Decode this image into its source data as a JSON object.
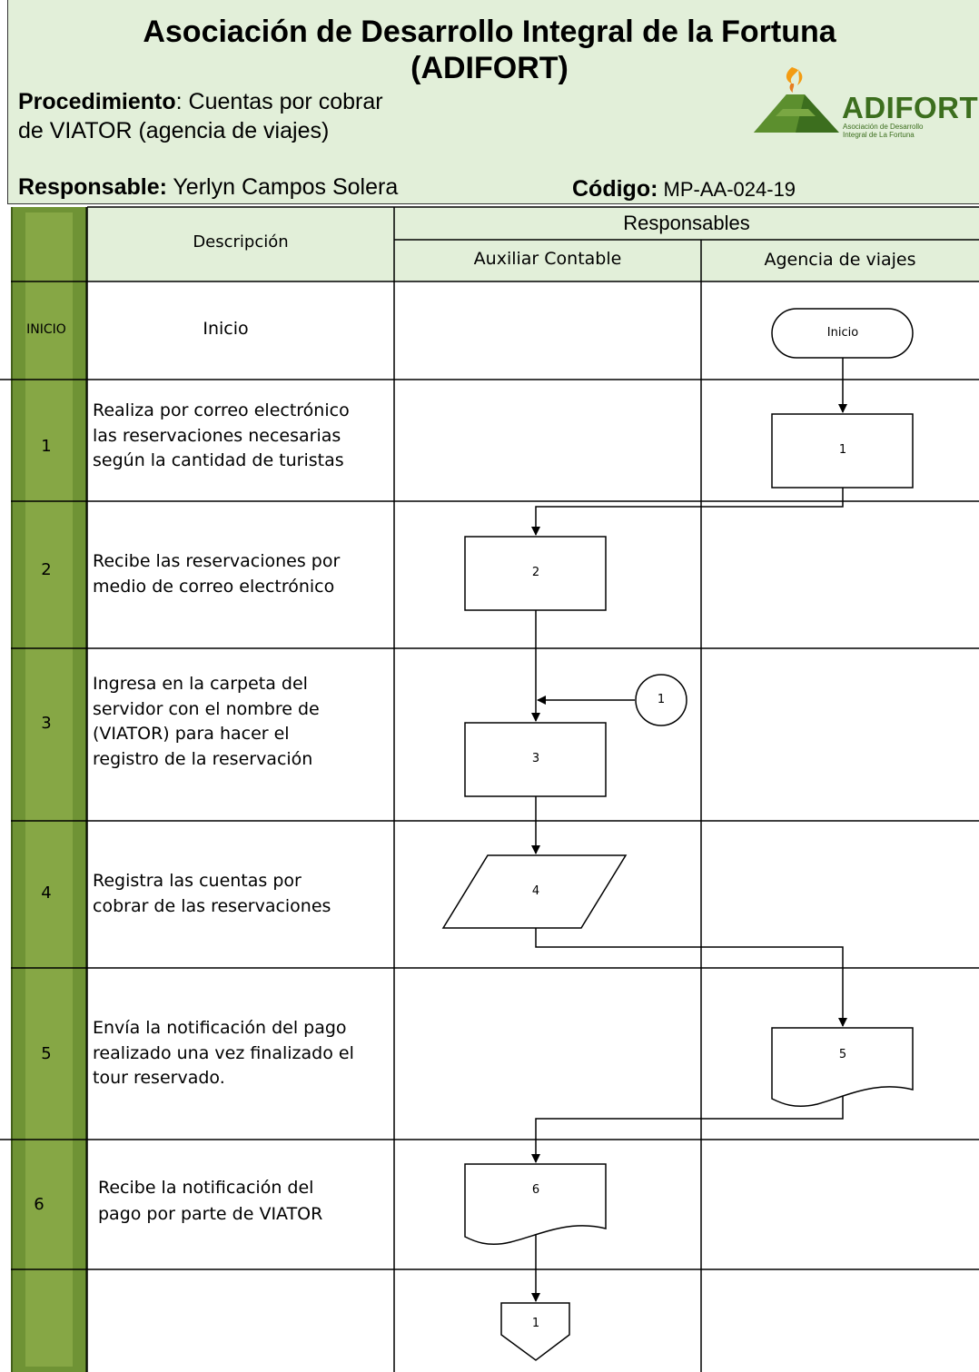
{
  "header": {
    "org_line1": "Asociación de Desarrollo Integral de la Fortuna",
    "org_line2": "(ADIFORT)",
    "procedure_label": "Procedimiento",
    "procedure_line1": ": Cuentas por cobrar",
    "procedure_line2": "de VIATOR (agencia de viajes)",
    "responsible_label": "Responsable:",
    "responsible_name": " Yerlyn Campos Solera",
    "code_label": "Código:",
    "code_value": " MP-AA-024-19"
  },
  "logo": {
    "word": "ADIFORT",
    "sub_line1": "Asociación de Desarrollo",
    "sub_line2": "Integral de La Fortuna",
    "colors": {
      "green": "#3c6e1e",
      "flame": "#f39c12"
    }
  },
  "table": {
    "col_description": "Descripción",
    "col_responsables": "Responsables",
    "lane_aux": "Auxiliar Contable",
    "lane_agency": "Agencia de viajes",
    "colors": {
      "header_fill": "#e2efd9",
      "step_column": "#6f9335"
    }
  },
  "rows": [
    {
      "step": "INICIO",
      "description": "Inicio"
    },
    {
      "step": "1",
      "description": "Realiza por correo electrónico\nlas reservaciones necesarias\nsegún la cantidad de turistas"
    },
    {
      "step": "2",
      "description": "Recibe las reservaciones por\nmedio de correo electrónico"
    },
    {
      "step": "3",
      "description": "Ingresa en la carpeta del\nservidor con el nombre de\n(VIATOR) para hacer el\nregistro de la reservación"
    },
    {
      "step": "4",
      "description": "Registra las cuentas por\ncobrar de las reservaciones"
    },
    {
      "step": "5",
      "description": "Envía la notificación del pago\nrealizado una vez finalizado el\ntour reservado."
    },
    {
      "step": "6",
      "description": "Recibe la notificación del\npago por parte de VIATOR"
    }
  ],
  "flow": {
    "start_label": "Inicio",
    "shape_1": "1",
    "shape_2": "2",
    "shape_3": "3",
    "shape_4": "4",
    "shape_5": "5",
    "shape_6": "6",
    "connector_in": "1",
    "connector_out": "1"
  }
}
